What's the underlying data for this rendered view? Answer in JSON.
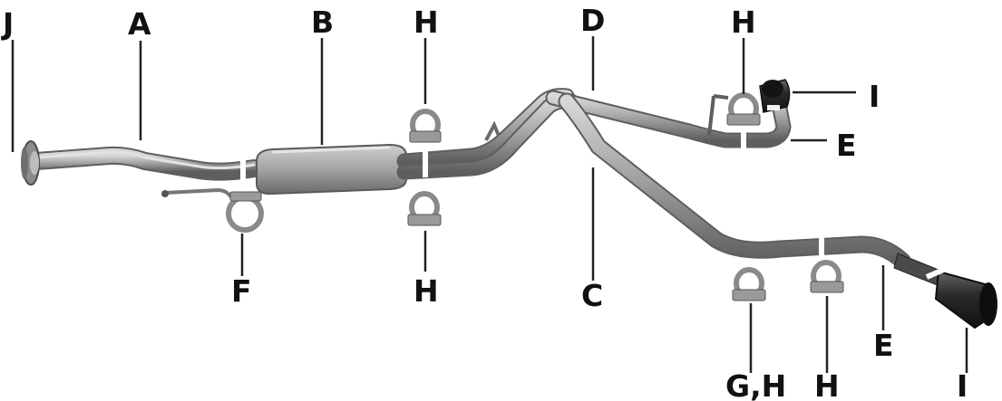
{
  "labels": {
    "J": "J",
    "A": "A",
    "B": "B",
    "H_top_mid": "H",
    "D": "D",
    "H_top_right": "H",
    "I_top": "I",
    "E_top": "E",
    "F": "F",
    "H_bottom_mid": "H",
    "C": "C",
    "GH": "G,H",
    "H_bottom_right": "H",
    "E_bottom": "E",
    "I_bottom": "I"
  },
  "colors": {
    "pipe": "#9c9c9c",
    "pipe_dark": "#6f6f6f",
    "pipe_light": "#cfcfcf",
    "muffler": "#a7a7a7",
    "tip": "#2a2a2a",
    "label": "#111111"
  }
}
